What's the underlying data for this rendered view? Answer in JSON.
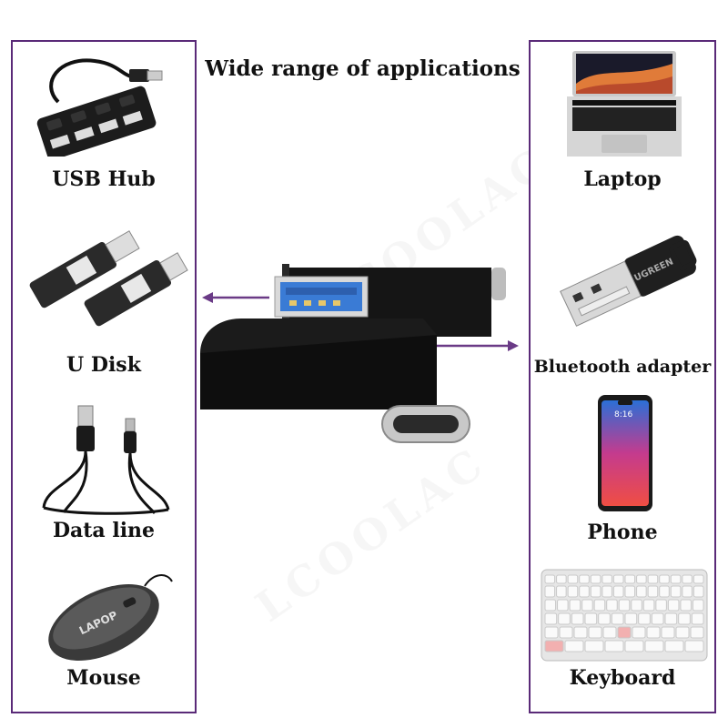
{
  "headline": "Wide range of applications",
  "left_items": [
    {
      "label": "USB Hub",
      "icon": "usb-hub-icon"
    },
    {
      "label": "U Disk",
      "icon": "usb-flash-drive-icon"
    },
    {
      "label": "Data line",
      "icon": "usb-cable-icon"
    },
    {
      "label": "Mouse",
      "icon": "computer-mouse-icon"
    }
  ],
  "right_items": [
    {
      "label": "Laptop",
      "icon": "laptop-icon"
    },
    {
      "label": "Bluetooth adapter",
      "icon": "bluetooth-adapter-icon"
    },
    {
      "label": "Phone",
      "icon": "smartphone-icon"
    },
    {
      "label": "Keyboard",
      "icon": "keyboard-icon"
    }
  ],
  "center": {
    "icon": "usb-c-otg-adapter-icon"
  },
  "mouse_brand": "LAPOP",
  "adapter_brand": "UGREEN",
  "phone_time": "8:16",
  "colors": {
    "border": "#5a2a78",
    "arrow": "#6a3a86",
    "usb_blue": "#3a7bd5"
  }
}
